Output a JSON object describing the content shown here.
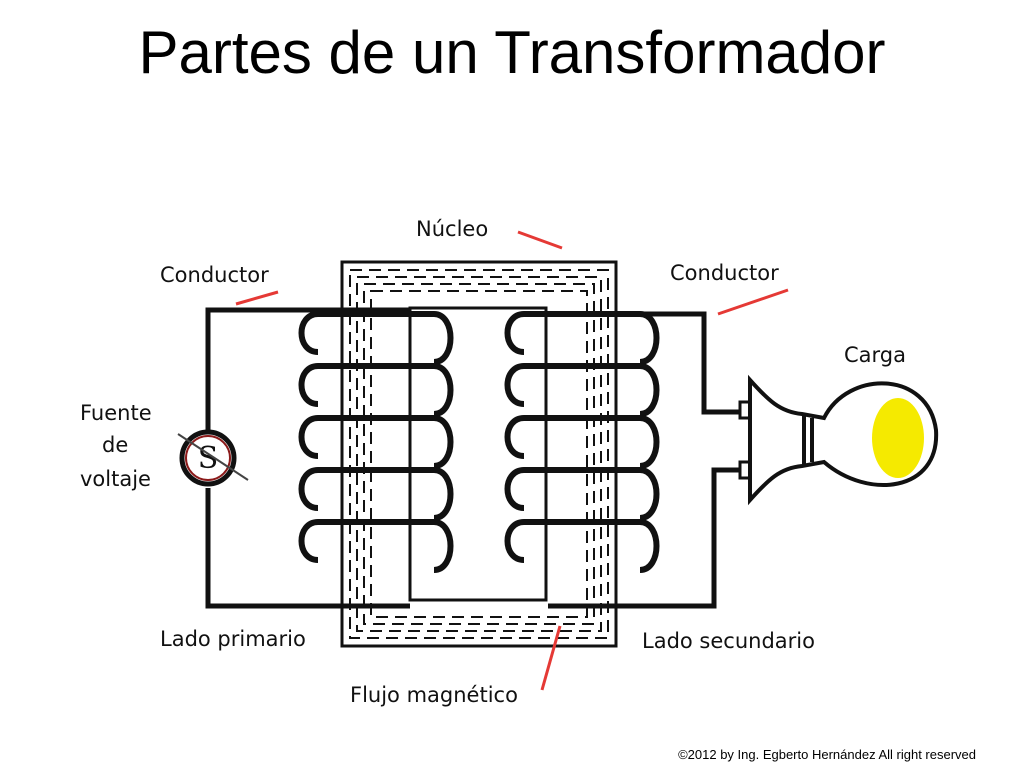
{
  "title": "Partes de un Transformador",
  "labels": {
    "nucleo": "Núcleo",
    "conductor_left": "Conductor",
    "conductor_right": "Conductor",
    "carga": "Carga",
    "fuente_1": "Fuente",
    "fuente_2": "de",
    "fuente_3": "voltaje",
    "lado_primario": "Lado primario",
    "lado_secundario": "Lado secundario",
    "flujo": "Flujo magnético"
  },
  "source_symbol": "S",
  "footer": "©2012 by Ing. Egberto Hernández All right reserved",
  "colors": {
    "ink": "#111111",
    "pointer": "#e53935",
    "bulb_fill": "#f5ea00",
    "source_ring": "#8b1a1a"
  }
}
